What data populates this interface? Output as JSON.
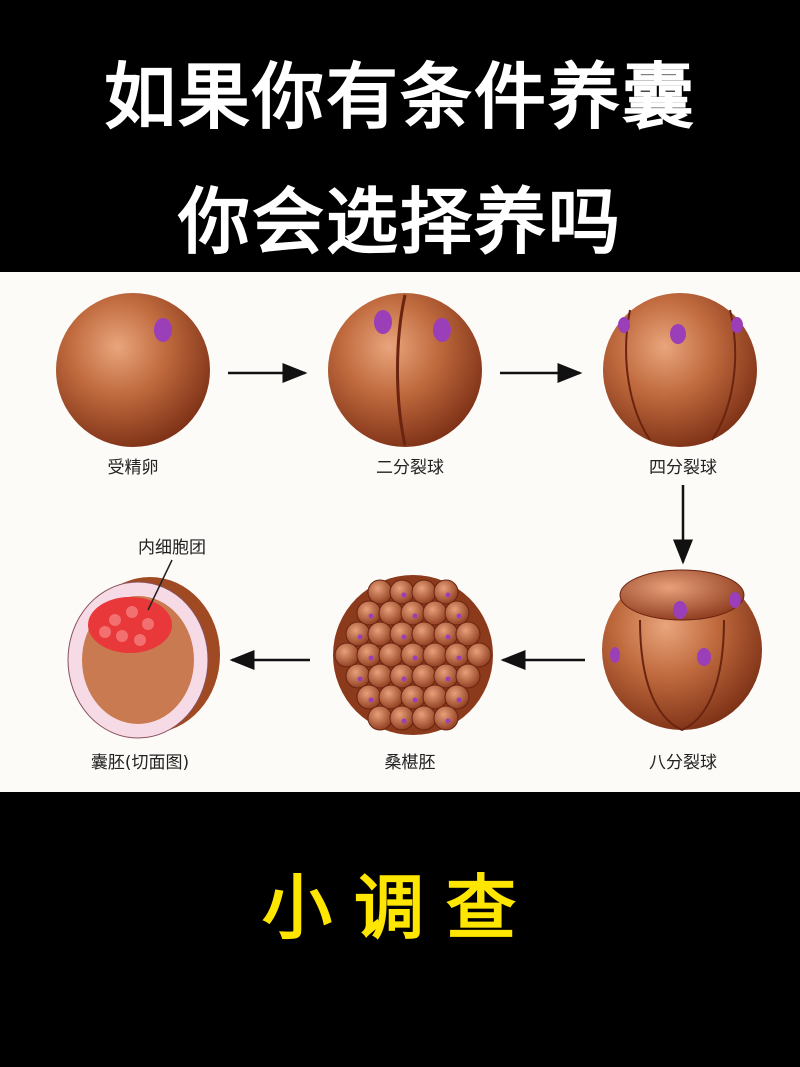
{
  "header": {
    "line1": "如果你有条件养囊",
    "line2": "你会选择养吗"
  },
  "diagram": {
    "stages": [
      {
        "label": "受精卵"
      },
      {
        "label": "二分裂球"
      },
      {
        "label": "四分裂球"
      },
      {
        "label": "八分裂球"
      },
      {
        "label": "桑椹胚"
      },
      {
        "label": "囊胚(切面图)"
      }
    ],
    "inner_cell_mass_label": "内细胞团"
  },
  "footer": {
    "label": "小调查"
  },
  "colors": {
    "background": "#000000",
    "title": "#ffffff",
    "footer_text": "#ffe600",
    "cell": "#b5542c",
    "nucleus": "#9a3fb8"
  }
}
